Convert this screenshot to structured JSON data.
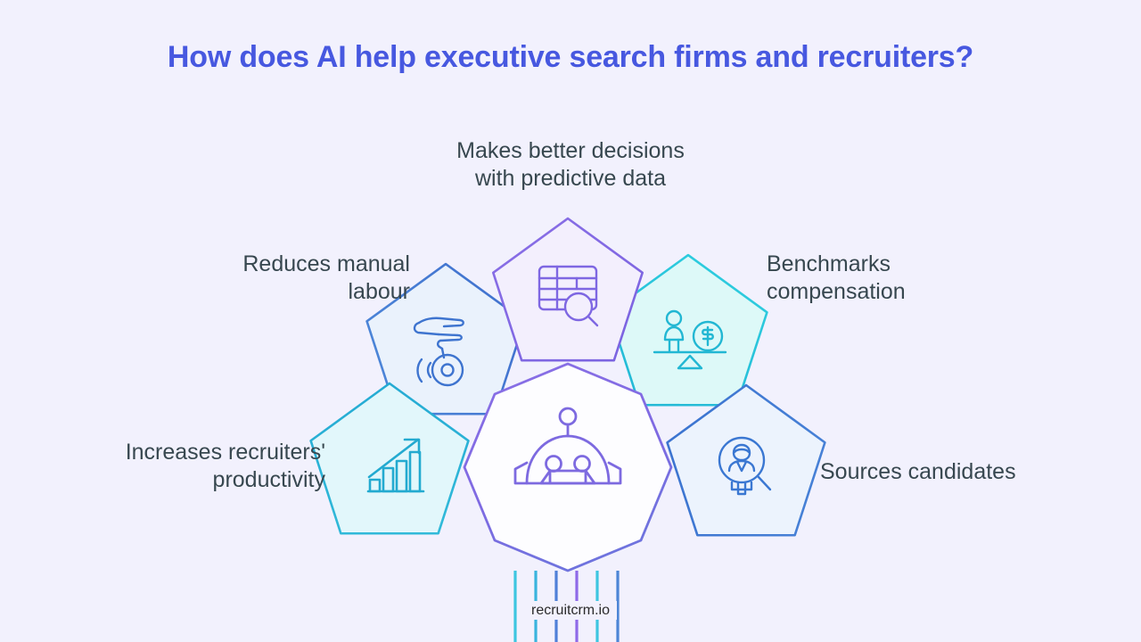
{
  "page": {
    "title": "How does AI help executive search firms and recruiters?",
    "brand": "recruitcrm.io",
    "background_color": "#f2f1fd",
    "title_color": "#4758e0",
    "label_color": "#37474f"
  },
  "center": {
    "shape": "octagon",
    "icon": "robot-icon",
    "stroke_color": "#7d6ae0",
    "fill_color": "#fdfdff"
  },
  "nodes": [
    {
      "id": "decisions",
      "label": "Makes better decisions\nwith predictive data",
      "label_line1": "Makes better decisions",
      "label_line2": "with predictive data",
      "icon": "table-search-icon",
      "shape": "pentagon",
      "stroke_color": "#8268e3",
      "fill_color": "#f3effd",
      "position": "top"
    },
    {
      "id": "manual",
      "label": "Reduces manual\nlabour",
      "label_line1": "Reduces manual",
      "label_line2": "labour",
      "icon": "hand-press-button-icon",
      "shape": "pentagon",
      "stroke_color": "#4074d0",
      "fill_color": "#eaf2fc",
      "position": "upper-left"
    },
    {
      "id": "benchmarks",
      "label": "Benchmarks\ncompensation",
      "label_line1": "Benchmarks",
      "label_line2": "compensation",
      "icon": "balance-scale-salary-icon",
      "shape": "pentagon",
      "stroke_color": "#25bfd8",
      "fill_color": "#dffaf9",
      "position": "upper-right"
    },
    {
      "id": "productivity",
      "label": "Increases recruiters'\nproductivity",
      "label_line1": "Increases recruiters'",
      "label_line2": "productivity",
      "icon": "growth-bar-chart-icon",
      "shape": "pentagon",
      "stroke_color": "#2aaed4",
      "fill_color": "#e3f7fb",
      "position": "lower-left"
    },
    {
      "id": "sources",
      "label": "Sources candidates",
      "label_line1": "Sources candidates",
      "label_line2": "",
      "icon": "candidate-search-icon",
      "shape": "pentagon",
      "stroke_color": "#3d78d4",
      "fill_color": "#ecf3fc",
      "position": "lower-right"
    }
  ],
  "stem_lines": {
    "count": 6,
    "colors": [
      "#3ec6e0",
      "#3ab4dd",
      "#5080d8",
      "#8f6ae8",
      "#3ec6e0",
      "#4d86d6"
    ]
  }
}
